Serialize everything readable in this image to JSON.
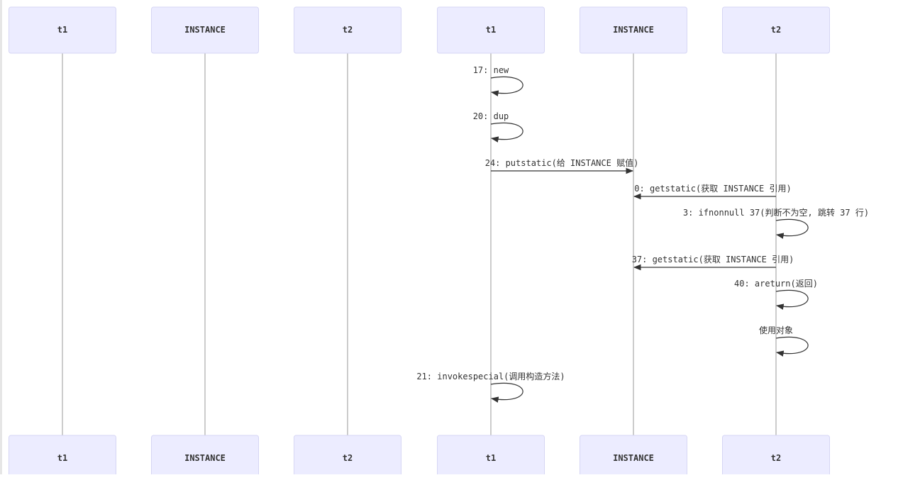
{
  "diagram": {
    "type": "sequence",
    "participants": [
      {
        "id": "t1a",
        "label": "t1"
      },
      {
        "id": "insta",
        "label": "INSTANCE"
      },
      {
        "id": "t2a",
        "label": "t2"
      },
      {
        "id": "t1b",
        "label": "t1"
      },
      {
        "id": "instb",
        "label": "INSTANCE"
      },
      {
        "id": "t2b",
        "label": "t2"
      }
    ],
    "messages": [
      {
        "from": 3,
        "to": 3,
        "label": "17: new"
      },
      {
        "from": 3,
        "to": 3,
        "label": "20: dup"
      },
      {
        "from": 3,
        "to": 4,
        "label": "24: putstatic(给 INSTANCE 赋值)"
      },
      {
        "from": 5,
        "to": 4,
        "label": "0: getstatic(获取 INSTANCE 引用)"
      },
      {
        "from": 5,
        "to": 5,
        "label": "3: ifnonnull 37(判断不为空, 跳转 37 行)"
      },
      {
        "from": 5,
        "to": 4,
        "label": "37: getstatic(获取 INSTANCE 引用)"
      },
      {
        "from": 5,
        "to": 5,
        "label": "40: areturn(返回)"
      },
      {
        "from": 5,
        "to": 5,
        "label": "使用对象"
      },
      {
        "from": 3,
        "to": 3,
        "label": "21: invokespecial(调用构造方法)"
      }
    ]
  }
}
